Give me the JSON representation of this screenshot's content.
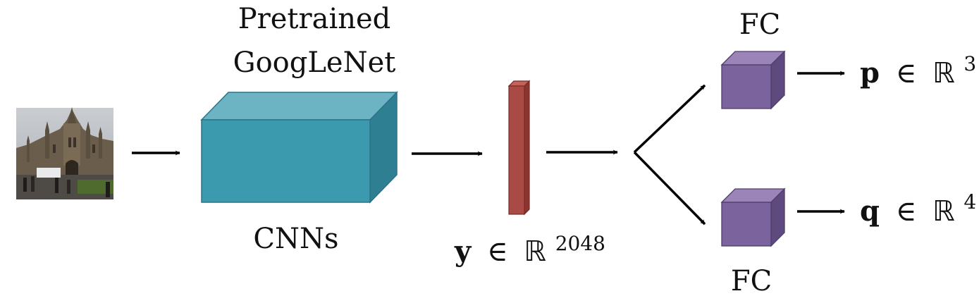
{
  "labels": {
    "pretrained_line1": "Pretrained",
    "pretrained_line2": "GoogLeNet",
    "cnns": "CNNs",
    "fc_top": "FC",
    "fc_bottom": "FC"
  },
  "feature": {
    "var": "y",
    "in": "∈",
    "set": "ℝ",
    "exp": "2048"
  },
  "outputs": [
    {
      "var": "p",
      "in": "∈",
      "set": "ℝ",
      "exp": "3"
    },
    {
      "var": "q",
      "in": "∈",
      "set": "ℝ",
      "exp": "4"
    }
  ],
  "colors": {
    "cnn_front": "#3c9aae",
    "cnn_top": "#6cb4c3",
    "cnn_side": "#2e7f92",
    "feature_front": "#a94a44",
    "feature_side": "#8a3530",
    "fc_front": "#7b639d",
    "fc_top": "#9a84b8",
    "fc_side": "#5f4a80",
    "arrow": "#000000"
  },
  "icons": {
    "input_photo": "photo-icon"
  }
}
